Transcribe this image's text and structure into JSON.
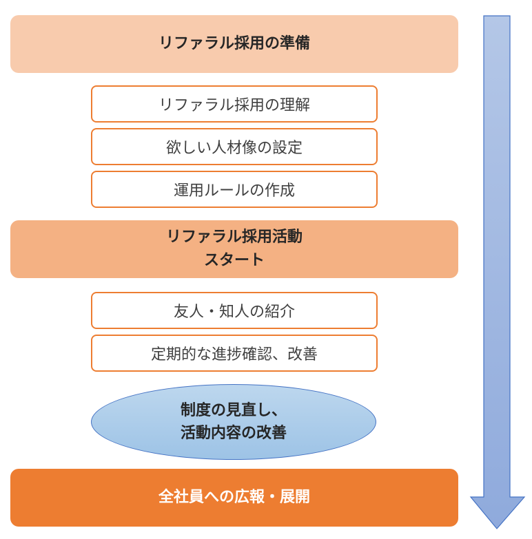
{
  "colors": {
    "band_light": "#F8CBAD",
    "band_mid": "#F4B183",
    "band_dark": "#ED7D31",
    "step_border": "#ED7D31",
    "ellipse_fill_top": "#BDD7EE",
    "ellipse_fill_bottom": "#9DC3E6",
    "ellipse_border": "#4472C4",
    "arrow_top": "#B4C7E7",
    "arrow_bottom": "#8FAADC",
    "arrow_border": "#4472C4"
  },
  "phase1": {
    "title": "リファラル採用の準備",
    "steps": [
      "リファラル採用の理解",
      "欲しい人材像の設定",
      "運用ルールの作成"
    ]
  },
  "phase2": {
    "title": "リファラル採用活動\nスタート",
    "steps": [
      "友人・知人の紹介",
      "定期的な進捗確認、改善"
    ]
  },
  "review": {
    "label": "制度の見直し、\n活動内容の改善"
  },
  "phase3": {
    "title": "全社員への広報・展開"
  },
  "arrow_icon": "down-arrow-icon"
}
